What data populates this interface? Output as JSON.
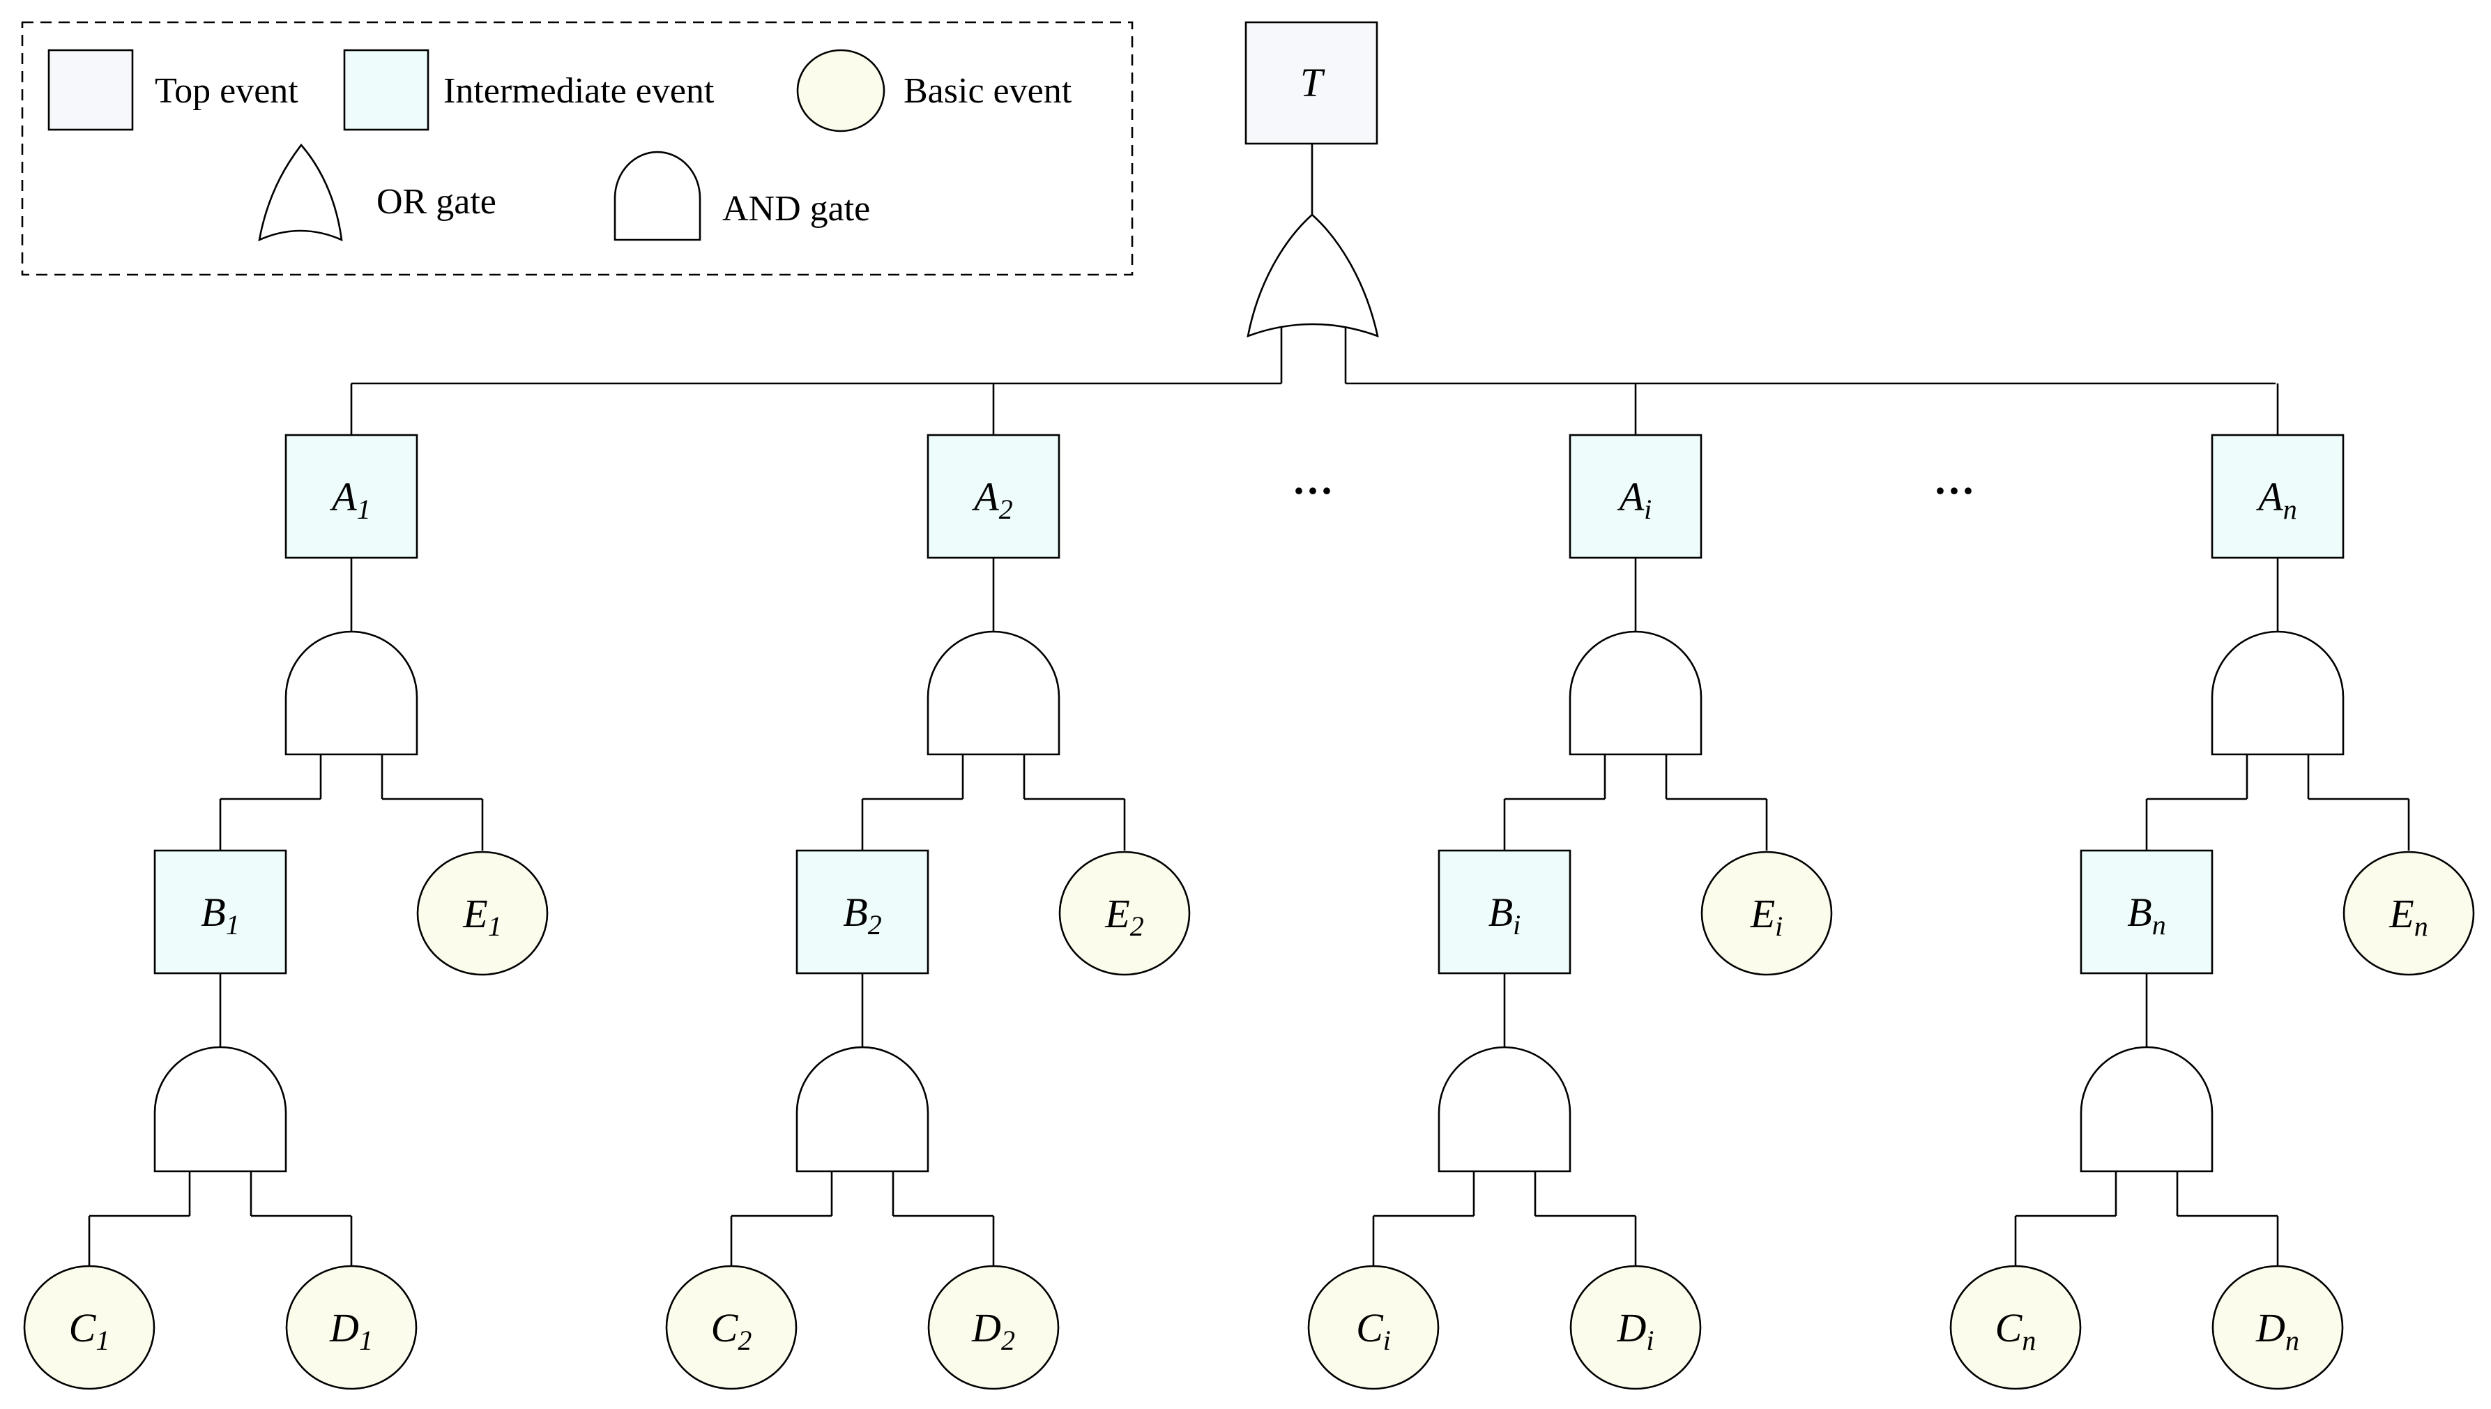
{
  "legend": {
    "top_event": "Top event",
    "intermediate_event": "Intermediate event",
    "basic_event": "Basic event",
    "or_gate": "OR gate",
    "and_gate": "AND gate"
  },
  "top": {
    "var": "T"
  },
  "ellipsis": "···",
  "branches": [
    {
      "A": {
        "var": "A",
        "sub": "1",
        "sub_italic": false
      },
      "B": {
        "var": "B",
        "sub": "1",
        "sub_italic": false
      },
      "C": {
        "var": "C",
        "sub": "1",
        "sub_italic": false
      },
      "D": {
        "var": "D",
        "sub": "1",
        "sub_italic": false
      },
      "E": {
        "var": "E",
        "sub": "1",
        "sub_italic": false
      }
    },
    {
      "A": {
        "var": "A",
        "sub": "2",
        "sub_italic": false
      },
      "B": {
        "var": "B",
        "sub": "2",
        "sub_italic": false
      },
      "C": {
        "var": "C",
        "sub": "2",
        "sub_italic": false
      },
      "D": {
        "var": "D",
        "sub": "2",
        "sub_italic": false
      },
      "E": {
        "var": "E",
        "sub": "2",
        "sub_italic": false
      }
    },
    {
      "A": {
        "var": "A",
        "sub": "i",
        "sub_italic": true
      },
      "B": {
        "var": "B",
        "sub": "i",
        "sub_italic": true
      },
      "C": {
        "var": "C",
        "sub": "i",
        "sub_italic": true
      },
      "D": {
        "var": "D",
        "sub": "i",
        "sub_italic": true
      },
      "E": {
        "var": "E",
        "sub": "i",
        "sub_italic": true
      }
    },
    {
      "A": {
        "var": "A",
        "sub": "n",
        "sub_italic": true
      },
      "B": {
        "var": "B",
        "sub": "n",
        "sub_italic": true
      },
      "C": {
        "var": "C",
        "sub": "n",
        "sub_italic": true
      },
      "D": {
        "var": "D",
        "sub": "n",
        "sub_italic": true
      },
      "E": {
        "var": "E",
        "sub": "n",
        "sub_italic": true
      }
    }
  ]
}
